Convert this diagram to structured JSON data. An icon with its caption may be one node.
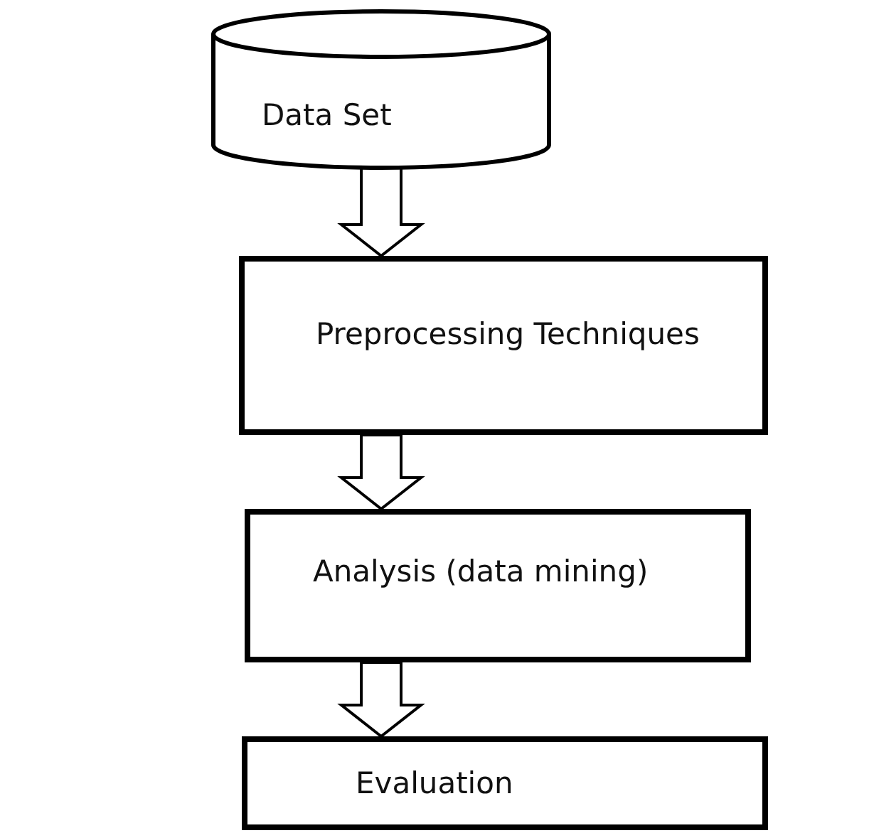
{
  "diagram": {
    "nodes": [
      {
        "text": [
          "Data Set"
        ]
      },
      {
        "text": [
          "Preprocessing Techniques"
        ]
      },
      {
        "text": [
          "Analysis (data mining)"
        ]
      },
      {
        "text": [
          "Evaluation"
        ]
      }
    ],
    "edges": [
      {
        "from": 0,
        "to": 1,
        "arrow": "to"
      },
      {
        "from": 1,
        "to": 2,
        "arrow": "to"
      },
      {
        "from": 2,
        "to": 3,
        "arrow": "to"
      }
    ]
  }
}
